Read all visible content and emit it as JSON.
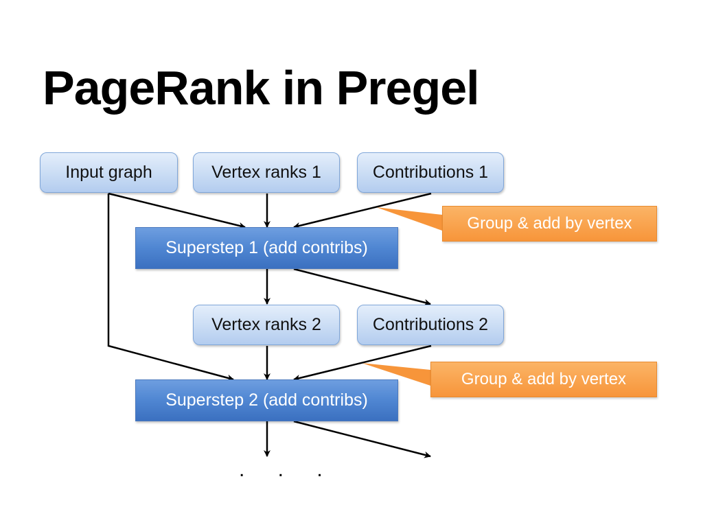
{
  "slide": {
    "title": "PageRank in Pregel"
  },
  "diagram": {
    "nodes": {
      "input_graph": "Input graph",
      "vertex_ranks_1": "Vertex ranks 1",
      "contributions_1": "Contributions 1",
      "superstep_1": "Superstep 1 (add contribs)",
      "vertex_ranks_2": "Vertex ranks 2",
      "contributions_2": "Contributions 2",
      "superstep_2": "Superstep 2 (add contribs)"
    },
    "callouts": {
      "callout_1": "Group & add by vertex",
      "callout_2": "Group & add by vertex"
    },
    "continuation": ". . .",
    "colors": {
      "light_node": "#c9dcf4",
      "dark_node": "#4f86d2",
      "callout": "#f7953a"
    }
  }
}
